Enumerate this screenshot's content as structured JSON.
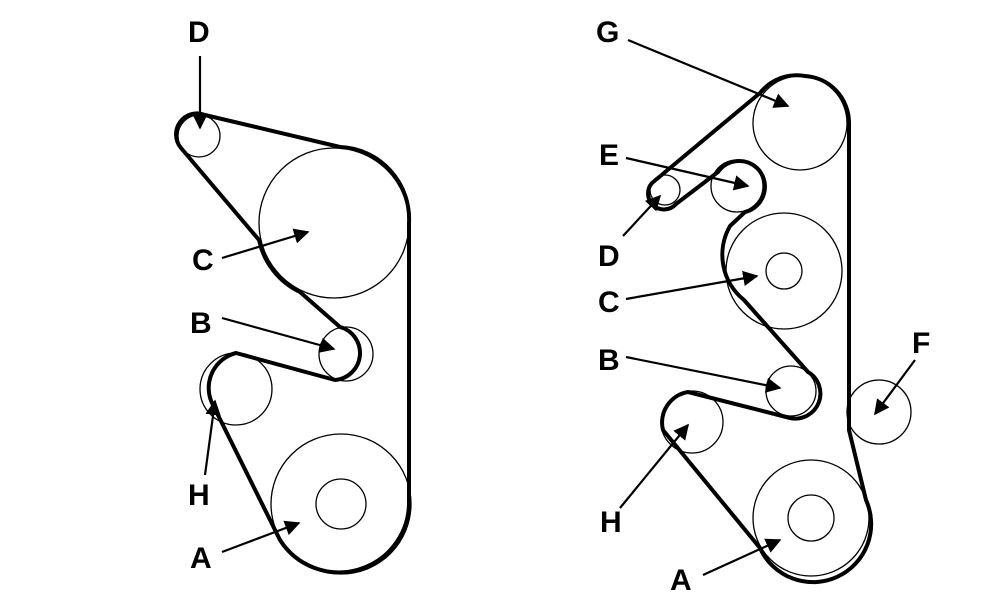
{
  "left_diagram": {
    "labels": {
      "A": "A",
      "B": "B",
      "C": "C",
      "D": "D",
      "H": "H"
    }
  },
  "right_diagram": {
    "labels": {
      "A": "A",
      "B": "B",
      "C": "C",
      "D": "D",
      "E": "E",
      "F": "F",
      "G": "G",
      "H": "H"
    }
  },
  "colors": {
    "ink": "#000000",
    "background": "#ffffff"
  }
}
